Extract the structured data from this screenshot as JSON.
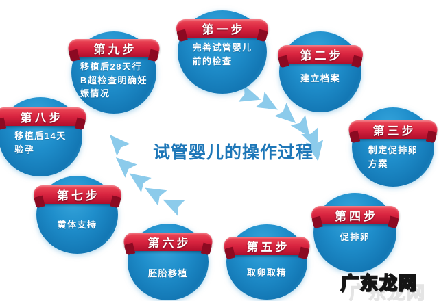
{
  "title": "试管婴儿的操作过程",
  "watermark": {
    "text": "广东龙网"
  },
  "colors": {
    "circle_blue": "#1377b4",
    "circle_blue_light": "#38a6dc",
    "ribbon_red_top": "#ee4b59",
    "ribbon_red_bottom": "#b00e2c",
    "ribbon_fold_red": "#8c0a22",
    "title_blue": "#1e77b8",
    "arrow_blue": "#8ccbeb",
    "step_text": "#ffffff"
  },
  "steps": [
    {
      "label": "第一步",
      "desc": "完善试管婴儿\n前的检查"
    },
    {
      "label": "第二步",
      "desc": "建立档案"
    },
    {
      "label": "第三步",
      "desc": "制定促排卵\n方案"
    },
    {
      "label": "第四步",
      "desc": "促排卵"
    },
    {
      "label": "第五步",
      "desc": "取卵取精"
    },
    {
      "label": "第六步",
      "desc": "胚胎移植"
    },
    {
      "label": "第七步",
      "desc": "黄体支持"
    },
    {
      "label": "第八步",
      "desc": "移植后14天\n验孕"
    },
    {
      "label": "第九步",
      "desc": "移植后28天行\nB超检查明确妊\n娠情况"
    }
  ]
}
